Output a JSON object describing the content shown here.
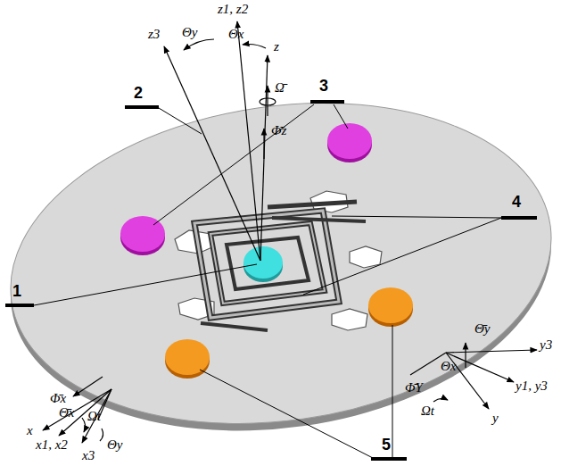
{
  "diagram": {
    "labels": [
      "z1, z2",
      "z3",
      "Θy",
      "Θx",
      "z",
      "Ω̄",
      "2",
      "3",
      "Φ̄z",
      "4",
      "1",
      "Θ̄y",
      "y3",
      "Θx",
      "y1, y3",
      "Φ̄Y",
      "Φ̄x",
      "Θ̄x",
      "Ωt",
      "Ωt",
      "y",
      "x",
      "x1, x2",
      "Θy",
      "x3",
      "5"
    ]
  }
}
